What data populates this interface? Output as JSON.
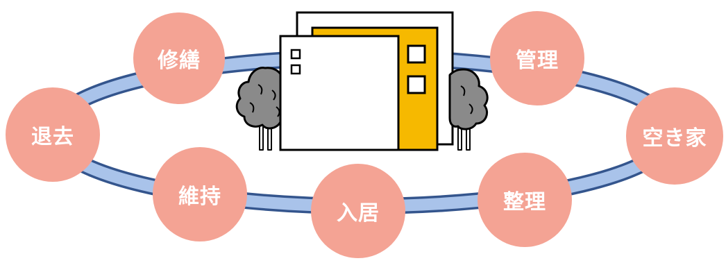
{
  "colors": {
    "node_fill": "#f4a394",
    "ring_fill": "#a9c3ea",
    "ring_stroke": "#34558d",
    "building_accent": "#f6b900",
    "tree_fill": "#8a8a8a"
  },
  "nodes": [
    {
      "id": "shuzen",
      "label": "修繕"
    },
    {
      "id": "kanri",
      "label": "管理"
    },
    {
      "id": "akiya",
      "label": "空き家"
    },
    {
      "id": "seiri",
      "label": "整理"
    },
    {
      "id": "nyukyo",
      "label": "入居"
    },
    {
      "id": "iji",
      "label": "維持"
    },
    {
      "id": "taikyo",
      "label": "退去"
    }
  ],
  "icons": [
    "building-icon",
    "tree-icon"
  ]
}
